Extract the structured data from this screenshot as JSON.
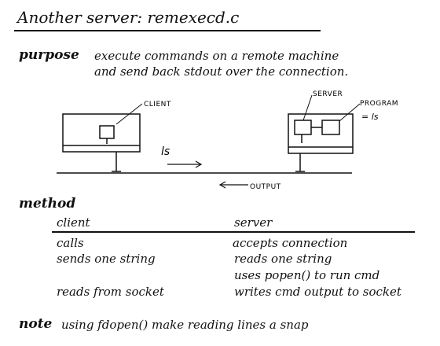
{
  "title": "Another server:  remexecd.c",
  "purpose": {
    "label": "purpose",
    "line1": "execute commands on a remote machine",
    "line2": "and send back stdout over the connection."
  },
  "diagram": {
    "client_label": "CLIENT",
    "server_label": "SERVER",
    "program_label": "PROGRAM",
    "program_eq": "= ls",
    "ls_label": "ls",
    "output_label": "OUTPUT"
  },
  "method": {
    "label": "method",
    "col_client": "client",
    "col_server": "server",
    "rows": [
      {
        "client": "calls",
        "server": "accepts connection"
      },
      {
        "client": "sends one string",
        "server": "reads one string"
      },
      {
        "client": "",
        "server": "uses popen() to run cmd"
      },
      {
        "client": "reads from socket",
        "server": "writes cmd output to socket"
      }
    ]
  },
  "note": {
    "label": "note",
    "text": "using fdopen() make reading lines a snap"
  }
}
